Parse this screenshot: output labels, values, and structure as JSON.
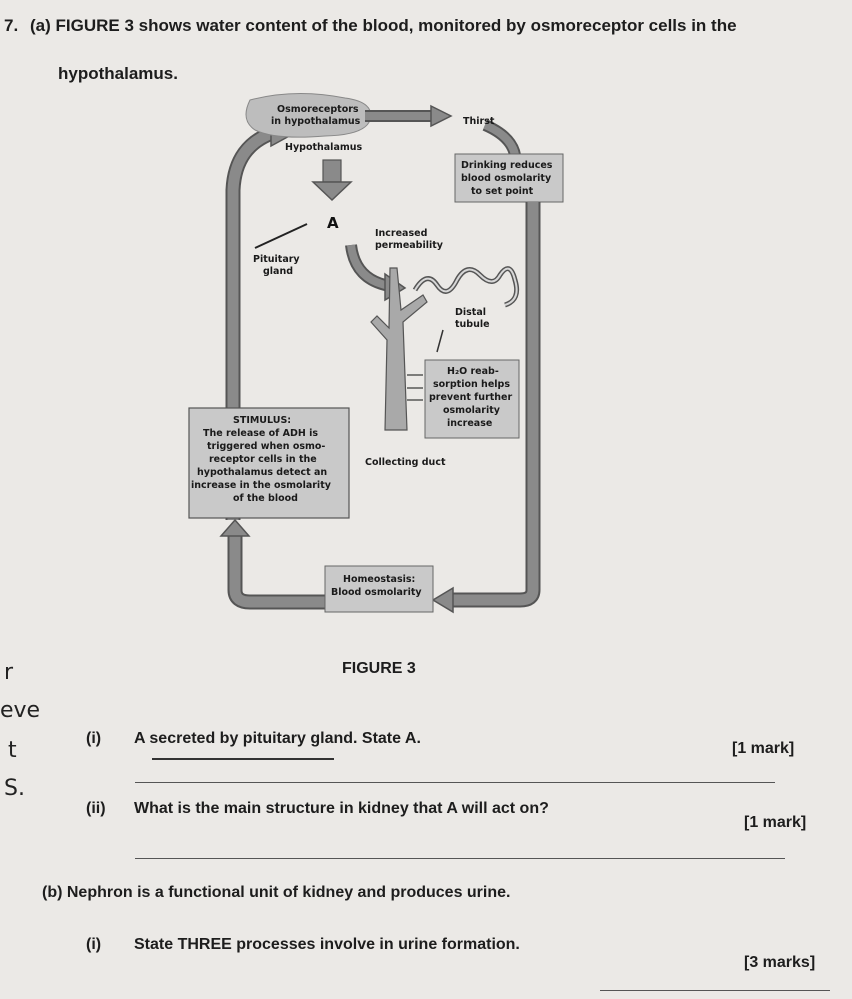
{
  "question": {
    "number": "7.",
    "part_a_intro_line1": "(a) FIGURE 3 shows water content of the blood, monitored by osmoreceptor cells in the",
    "part_a_intro_line2": "hypothalamus."
  },
  "diagram": {
    "osmoreceptors_line1": "Osmoreceptors",
    "osmoreceptors_line2": "in hypothalamus",
    "thirst": "Thirst",
    "hypothalamus": "Hypothalamus",
    "drinking_line1": "Drinking reduces",
    "drinking_line2": "blood osmolarity",
    "drinking_line3": "to set point",
    "label_a": "A",
    "increased_line1": "Increased",
    "increased_line2": "permeability",
    "pituitary_line1": "Pituitary",
    "pituitary_line2": "gland",
    "distal_line1": "Distal",
    "distal_line2": "tubule",
    "h2o_line1": "H₂O reab-",
    "h2o_line2": "sorption helps",
    "h2o_line3": "prevent further",
    "h2o_line4": "osmolarity",
    "h2o_line5": "increase",
    "stimulus_line1": "STIMULUS:",
    "stimulus_line2": "The release of ADH is",
    "stimulus_line3": "triggered when osmo-",
    "stimulus_line4": "receptor cells in the",
    "stimulus_line5": "hypothalamus detect an",
    "stimulus_line6": "increase in the osmolarity",
    "stimulus_line7": "of the blood",
    "collecting_duct": "Collecting duct",
    "homeostasis_line1": "Homeostasis:",
    "homeostasis_line2": "Blood osmolarity"
  },
  "figure_caption": "FIGURE 3",
  "part_a_i": {
    "label": "(i)",
    "text": "A secreted by pituitary gland. State A.",
    "marks": "[1 mark]"
  },
  "part_a_ii": {
    "label": "(ii)",
    "text": "What is the main structure in kidney that A will act on?",
    "marks": "[1 mark]"
  },
  "part_b": {
    "text": "(b) Nephron is a functional unit of kidney and produces urine."
  },
  "part_b_i": {
    "label": "(i)",
    "text": "State THREE processes involve in urine formation.",
    "marks": "[3 marks]"
  },
  "handwriting": {
    "mark1": "r",
    "mark2": "eve",
    "mark3": "t",
    "mark4": "S."
  },
  "colors": {
    "paper": "#ebe9e6",
    "arrow_fill": "#7a7a7a",
    "box_fill": "#c9c9c9"
  }
}
